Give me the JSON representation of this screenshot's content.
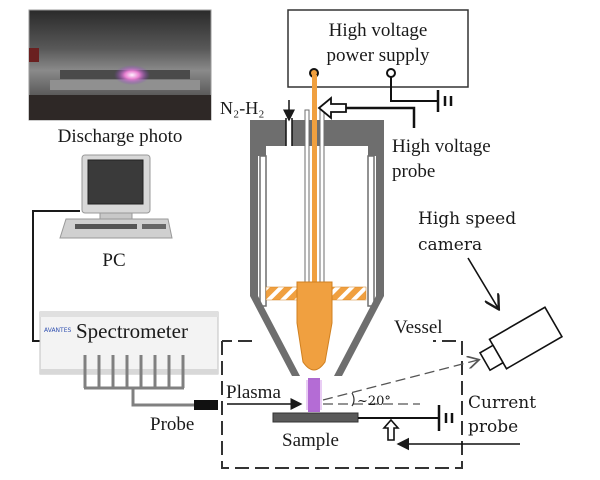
{
  "diagram": {
    "title": "Plasma discharge experimental setup",
    "labels": {
      "discharge_photo": "Discharge photo",
      "power_supply_line1": "High voltage",
      "power_supply_line2": "power supply",
      "gas": "N₂-H₂",
      "hv_probe_line1": "High voltage",
      "hv_probe_line2": "probe",
      "pc": "PC",
      "spectrometer": "Spectrometer",
      "probe": "Probe",
      "camera_line1": "High speed",
      "camera_line2": "camera",
      "vessel": "Vessel",
      "plasma": "Plasma",
      "angle": "~20°",
      "sample": "Sample",
      "current_probe_line1": "Current",
      "current_probe_line2": "probe",
      "spectrometer_brand": "AVANTES"
    },
    "colors": {
      "electrode": "#f0a040",
      "housing": "#6e6e6e",
      "plasma": "#a050c8",
      "line": "#1a1a1a",
      "vessel_dash": "#333333",
      "sample": "#5a5a5a",
      "spectrometer_cable": "#808080"
    }
  }
}
